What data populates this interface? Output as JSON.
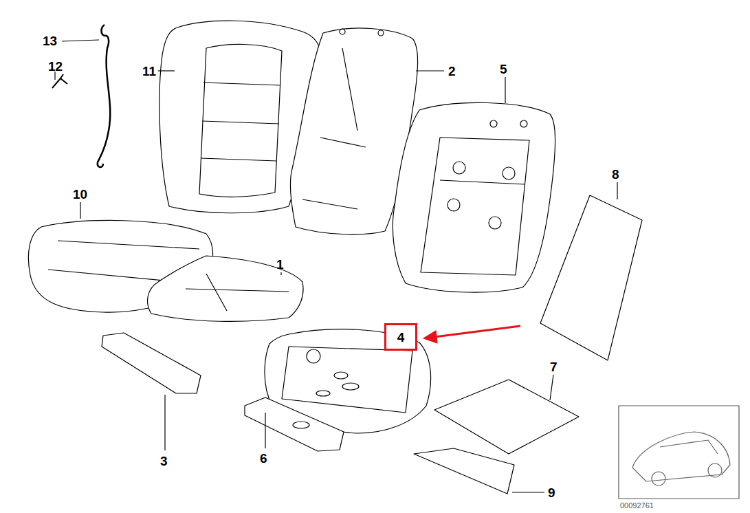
{
  "diagram": {
    "nodes": [
      {
        "text": [
          "4"
        ]
      }
    ],
    "labels": [
      "13",
      "12",
      "11",
      "2",
      "5",
      "10",
      "1",
      "8",
      "7",
      "3",
      "6",
      "9",
      "00092761"
    ]
  }
}
